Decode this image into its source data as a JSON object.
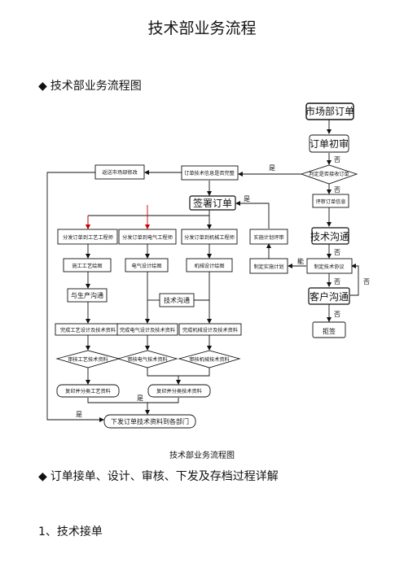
{
  "page_title": "技术部业务流程",
  "section_heading_1": "技术部业务流程图",
  "section_heading_2": "订单接单、设计、审核、下发及存档过程详解",
  "section_heading_3": "1、技术接单",
  "bullet_glyph": "◆",
  "figure_caption": "技术部业务流程图",
  "flowchart": {
    "market_order": "市场部订单",
    "order_initial_review": "订单初审",
    "decision_accept_order": "判定是否接收订单",
    "return_to_market": "返送市场部修改",
    "tech_info_check": "订单技术信息是否完整",
    "review_order_info": "评审订单信息",
    "sign_order": "签署订单",
    "tech_communication_right": "技术沟通",
    "draft_tech_agreement": "制定技术协议",
    "customer_communication": "客户沟通",
    "reject": "拒签",
    "dispatch_process_engineer": "分发订单到工艺工程师",
    "dispatch_electrical_engineer": "分发订单到电气工程师",
    "dispatch_mechanical_engineer": "分发订单到机械工程师",
    "implementation_plan_review": "实施计划评审",
    "draft_implementation_plan": "制定实施计划",
    "process_drawing": "施工工艺绘图",
    "electrical_design_drawing": "电气设计绘图",
    "mechanical_design_drawing": "机械设计绘图",
    "production_communication": "与生产沟通",
    "tech_communication_center": "技术沟通",
    "complete_process_docs": "完成工艺设计及技术资料",
    "complete_electrical_docs": "完成电气设计及技术资料",
    "complete_mechanical_docs": "完成机械设计及技术资料",
    "review_process_docs": "审核工艺技术资料",
    "review_electrical_docs": "审核电气技术资料",
    "review_mechanical_docs": "审核机械技术资料",
    "copy_process_docs": "复印并分类工艺资料",
    "copy_tech_docs": "复印并分类技术资料",
    "issue_docs": "下发订单技术资料到各部门",
    "label_yes": "是",
    "label_no": "否",
    "label_can": "能"
  }
}
